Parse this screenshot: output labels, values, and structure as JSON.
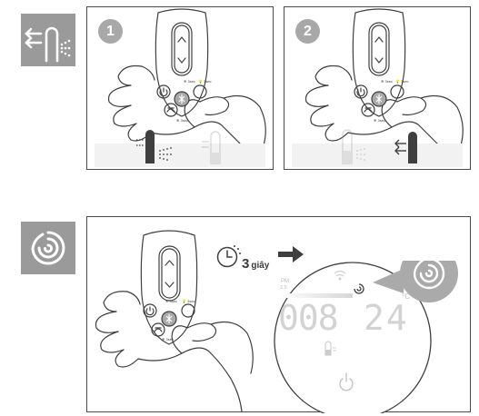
{
  "steps": [
    {
      "number": "1"
    },
    {
      "number": "2"
    }
  ],
  "remote": {
    "button_label_left": "❄ 3sec",
    "button_label_right": "💡 3sec",
    "button_label_bottom": "❄ 3sec"
  },
  "timer": {
    "value": "3",
    "unit": "giây"
  },
  "display": {
    "pm_label": "PM",
    "pm_unit": "2,5",
    "main_left": "008",
    "main_right": "24",
    "unit": "°C"
  },
  "colors": {
    "icon_tile": "#9a9a9a",
    "highlight_gray": "#a9a9a9",
    "line": "#3f3f3f",
    "display_digits": "#d2d2d2"
  },
  "icons": [
    "airflow-direction-icon",
    "swirl-mode-icon",
    "power-icon",
    "wifi-icon",
    "arrow-right-icon",
    "clock-icon"
  ]
}
